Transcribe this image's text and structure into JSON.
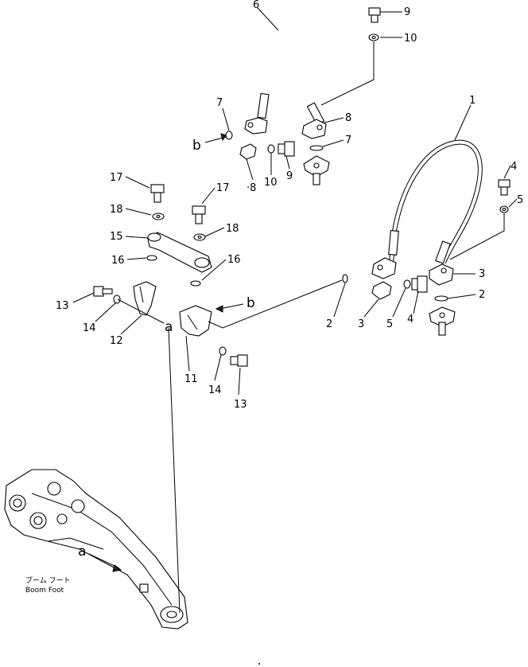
{
  "callouts": {
    "c1": "1",
    "c2a": "2",
    "c2b": "2",
    "c3a": "3",
    "c3b": "3",
    "c4a": "4",
    "c4b": "4",
    "c5a": "5",
    "c5b": "5",
    "c6": "6",
    "c7a": "7",
    "c7b": "7",
    "c8a": "8",
    "c8b": "·8",
    "c9a": "9",
    "c9b": "9",
    "c10a": "10",
    "c10b": "10",
    "c11": "11",
    "c12": "12",
    "c13a": "13",
    "c13b": "13",
    "c14a": "14",
    "c14b": "14",
    "c15": "15",
    "c16a": "16",
    "c16b": "16",
    "c17a": "17",
    "c17b": "17",
    "c18a": "18",
    "c18b": "18"
  },
  "refs": {
    "b_top": "b",
    "b_right": "b",
    "a_mid": "a",
    "a_boom": "a"
  },
  "boom_label": {
    "jp": "ブーム フート",
    "en": "Boom Foot"
  }
}
